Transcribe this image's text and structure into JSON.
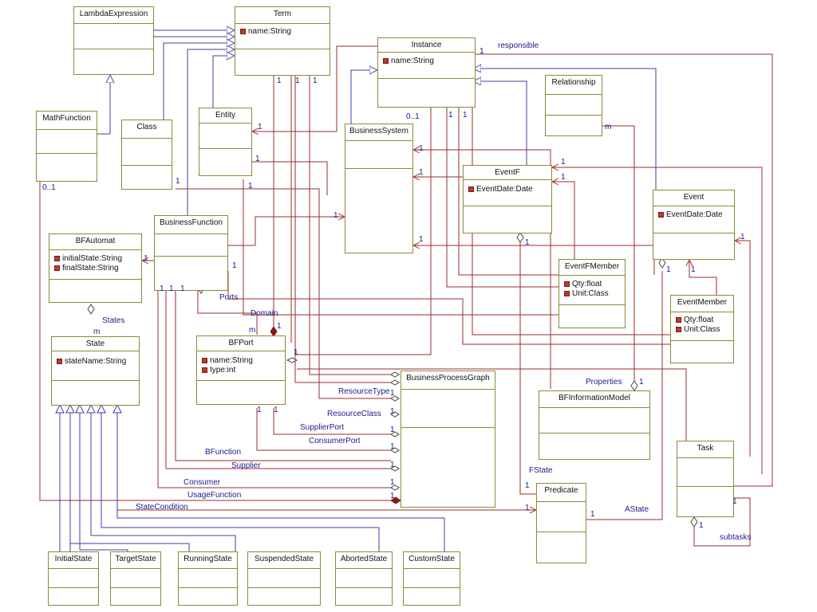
{
  "classes": {
    "lambda_expression": {
      "name": "LambdaExpression"
    },
    "term": {
      "name": "Term",
      "attr1": "name:String"
    },
    "instance": {
      "name": "Instance",
      "attr1": "name:String"
    },
    "relationship": {
      "name": "Relationship"
    },
    "math_function": {
      "name": "MathFunction"
    },
    "class_box": {
      "name": "Class"
    },
    "entity": {
      "name": "Entity"
    },
    "business_system": {
      "name": "BusinessSystem"
    },
    "event_f": {
      "name": "EventF",
      "attr1": "EventDate:Date"
    },
    "event": {
      "name": "Event",
      "attr1": "EventDate:Date"
    },
    "business_function": {
      "name": "BusinessFunction"
    },
    "bf_automat": {
      "name": "BFAutomat",
      "attr1": "initialState:String",
      "attr2": "finalState:String"
    },
    "event_f_member": {
      "name": "EventFMember",
      "attr1": "Qty:float",
      "attr2": "Unit:Class"
    },
    "event_member": {
      "name": "EventMember",
      "attr1": "Qty:float",
      "attr2": "Unit:Class"
    },
    "state": {
      "name": "State",
      "attr1": "stateName:String"
    },
    "bf_port": {
      "name": "BFPort",
      "attr1": "name:String",
      "attr2": "type:int"
    },
    "business_process_graph": {
      "name": "BusinessProcessGraph"
    },
    "bf_information_model": {
      "name": "BFInformationModel"
    },
    "task": {
      "name": "Task"
    },
    "predicate": {
      "name": "Predicate"
    },
    "initial_state": {
      "name": "InitialState"
    },
    "target_state": {
      "name": "TargetState"
    },
    "running_state": {
      "name": "RunningState"
    },
    "suspended_state": {
      "name": "SuspendedState"
    },
    "aborted_state": {
      "name": "AbortedState"
    },
    "custom_state": {
      "name": "CustomState"
    }
  },
  "labels": {
    "responsible": "responsible",
    "m_relationship": "m",
    "zero_one_instance": "0..1",
    "zero_one_math": "0..1",
    "ports": "Ports",
    "domain": "Domain",
    "m_domain": "m",
    "states": "States",
    "m_states": "m",
    "resource_type": "ResourceType",
    "resource_class": "ResourceClass",
    "supplier_port": "SupplierPort",
    "consumer_port": "ConsumerPort",
    "bfunction": "BFunction",
    "supplier": "Supplier",
    "consumer": "Consumer",
    "usage_function": "UsageFunction",
    "state_condition": "StateCondition",
    "properties": "Properties",
    "fstate": "FState",
    "astate": "AState",
    "subtasks": "subtasks"
  },
  "multiplicities": [
    "1",
    "m",
    "0..1"
  ]
}
